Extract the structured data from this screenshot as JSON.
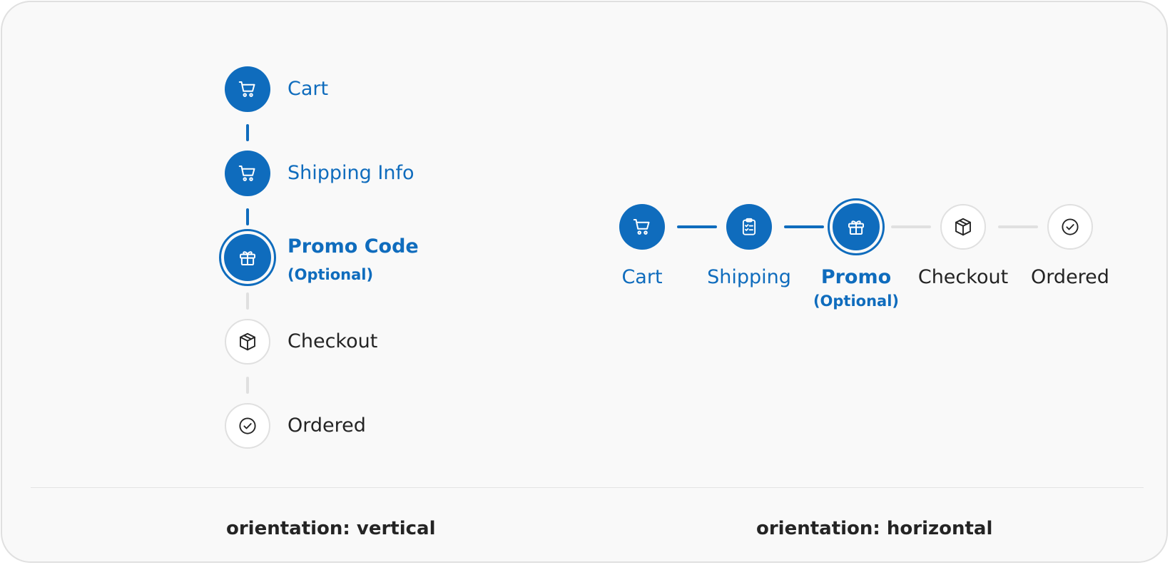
{
  "colors": {
    "brand": "#0f6cbd",
    "inactive_connector": "#e0e0e0",
    "text_dark": "#242424",
    "card_bg": "#f9f9f9"
  },
  "vertical": {
    "caption": "orientation: vertical",
    "steps": [
      {
        "label": "Cart",
        "icon": "cart-icon",
        "state": "complete"
      },
      {
        "label": "Shipping Info",
        "icon": "cart-icon",
        "state": "complete"
      },
      {
        "label": "Promo Code",
        "sublabel": "(Optional)",
        "icon": "gift-icon",
        "state": "current"
      },
      {
        "label": "Checkout",
        "icon": "box-icon",
        "state": "upcoming"
      },
      {
        "label": "Ordered",
        "icon": "checkmark-circle-icon",
        "state": "upcoming"
      }
    ]
  },
  "horizontal": {
    "caption": "orientation: horizontal",
    "steps": [
      {
        "label": "Cart",
        "icon": "cart-icon",
        "state": "complete"
      },
      {
        "label": "Shipping",
        "icon": "clipboard-checklist-icon",
        "state": "complete"
      },
      {
        "label": "Promo",
        "sublabel": "(Optional)",
        "icon": "gift-icon",
        "state": "current"
      },
      {
        "label": "Checkout",
        "icon": "box-icon",
        "state": "upcoming"
      },
      {
        "label": "Ordered",
        "icon": "checkmark-circle-icon",
        "state": "upcoming"
      }
    ]
  }
}
